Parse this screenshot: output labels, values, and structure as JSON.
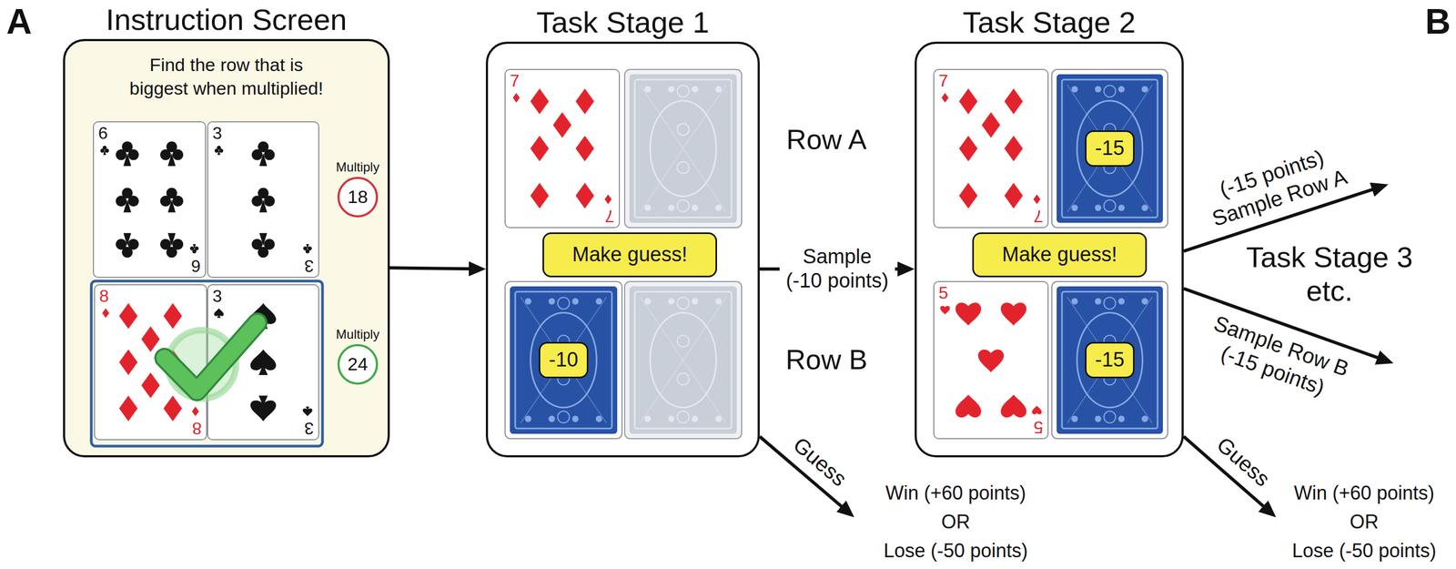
{
  "diagram": {
    "nodes": [
      {
        "text": [
          "Instruction Screen",
          "Find the row that is biggest when multiplied!"
        ]
      },
      {
        "text": [
          "6",
          "6"
        ],
        "in": 0
      },
      {
        "text": [
          "3",
          "3"
        ],
        "in": 0
      },
      {
        "text": [
          "Multiply",
          "18"
        ],
        "in": 0
      },
      {
        "text": [
          "8",
          "8"
        ],
        "in": 0
      },
      {
        "text": [
          "3",
          "3"
        ],
        "in": 0
      },
      {
        "text": [
          "Multiply",
          "24"
        ],
        "in": 0
      },
      {
        "text": [
          "Task Stage 1"
        ]
      },
      {
        "text": [
          "7",
          "7"
        ],
        "in": 7
      },
      {
        "text": [
          "Make guess!"
        ],
        "in": 7
      },
      {
        "text": [
          "-10"
        ],
        "in": 7
      },
      {
        "text": [
          "Task Stage 2"
        ]
      },
      {
        "text": [
          "7",
          "7"
        ],
        "in": 11
      },
      {
        "text": [
          "-15"
        ],
        "in": 11
      },
      {
        "text": [
          "Make guess!"
        ],
        "in": 11
      },
      {
        "text": [
          "5",
          "5"
        ],
        "in": 11
      },
      {
        "text": [
          "-15"
        ],
        "in": 11
      },
      {
        "text": [
          "Task Stage 3 etc."
        ]
      },
      {
        "text": [
          "Win (+60 points)",
          "OR",
          "Lose (-50 points)"
        ]
      },
      {
        "text": [
          "Win (+60 points)",
          "OR",
          "Lose (-50 points)"
        ]
      }
    ],
    "edges": [
      {
        "from": 0,
        "to": 7,
        "arrow": "to"
      },
      {
        "from": 7,
        "to": 11,
        "label": "Sample (-10 points)",
        "arrow": "to"
      },
      {
        "from": 7,
        "to": 18,
        "label": "Guess",
        "arrow": "to"
      },
      {
        "from": 11,
        "to": 17,
        "label": "(-15 points) Sample Row A",
        "arrow": "to"
      },
      {
        "from": 11,
        "to": 17,
        "label": "Sample Row B (-15 points)",
        "arrow": "to"
      },
      {
        "from": 11,
        "to": 19,
        "label": "Guess",
        "arrow": "to"
      }
    ],
    "labels": [
      "A",
      "B",
      "Row A",
      "Row B"
    ]
  }
}
